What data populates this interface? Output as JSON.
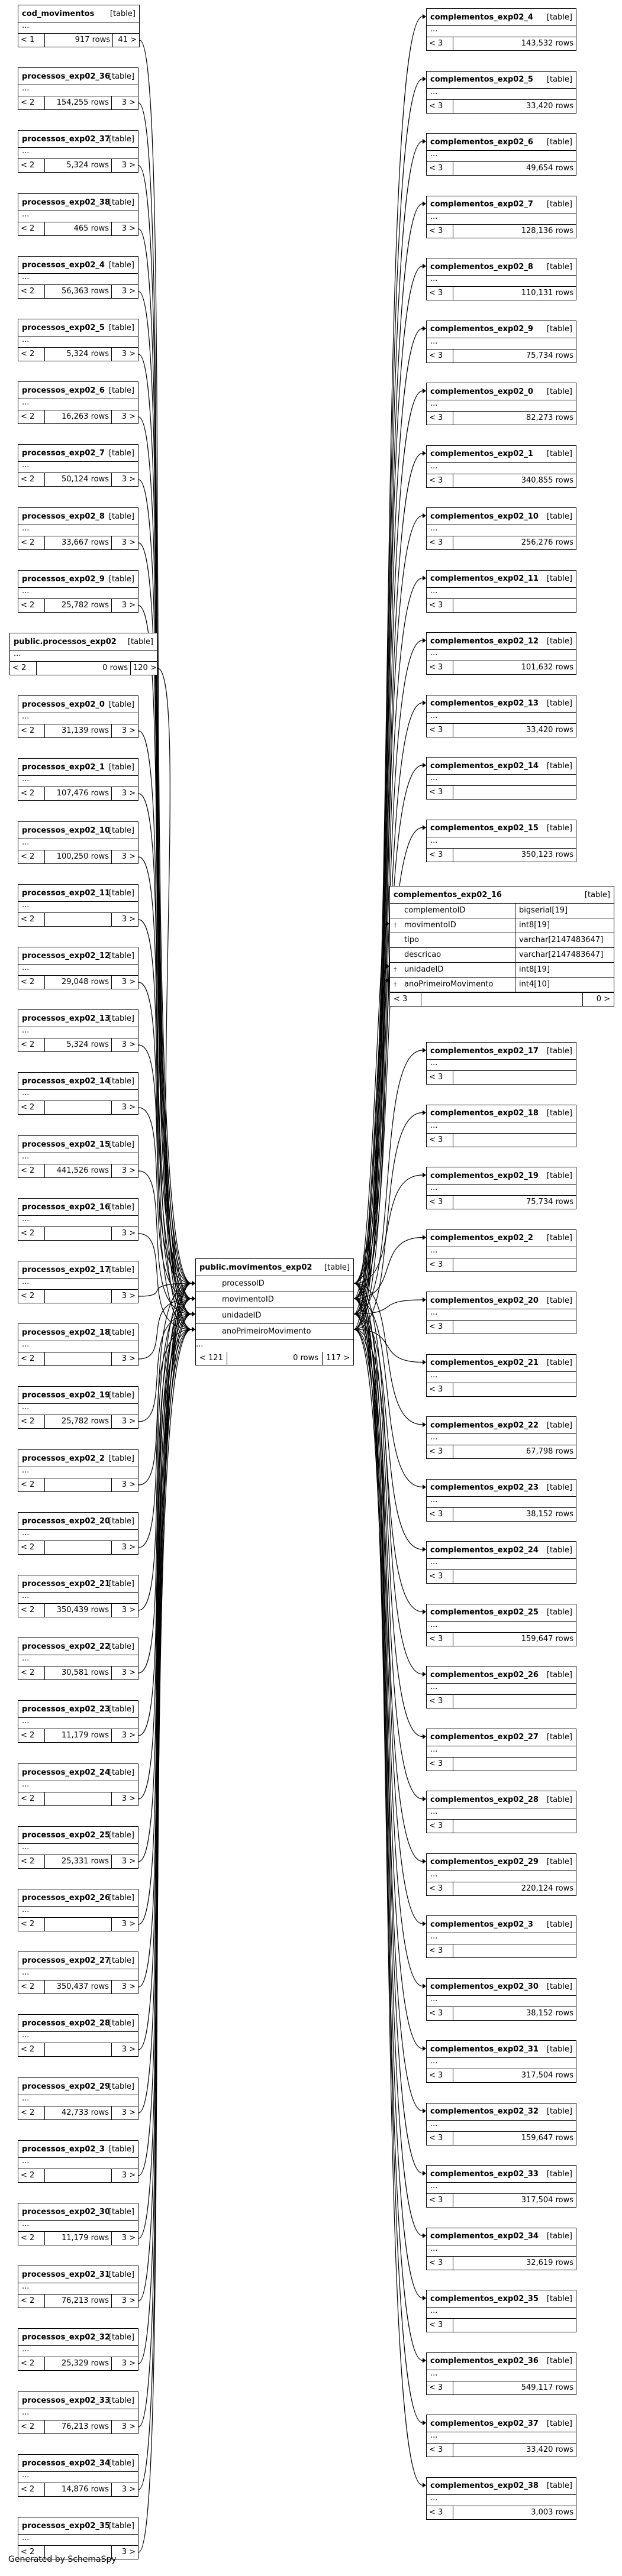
{
  "left_tables": [
    {
      "name": "cod_movimentos",
      "kind": "[table]",
      "l": "< 1",
      "m": "917 rows",
      "r": "41 >"
    },
    {
      "name": "processos_exp02_36",
      "kind": "[table]",
      "l": "< 2",
      "m": "154,255 rows",
      "r": "3 >"
    },
    {
      "name": "processos_exp02_37",
      "kind": "[table]",
      "l": "< 2",
      "m": "5,324 rows",
      "r": "3 >"
    },
    {
      "name": "processos_exp02_38",
      "kind": "[table]",
      "l": "< 2",
      "m": "465 rows",
      "r": "3 >"
    },
    {
      "name": "processos_exp02_4",
      "kind": "[table]",
      "l": "< 2",
      "m": "56,363 rows",
      "r": "3 >"
    },
    {
      "name": "processos_exp02_5",
      "kind": "[table]",
      "l": "< 2",
      "m": "5,324 rows",
      "r": "3 >"
    },
    {
      "name": "processos_exp02_6",
      "kind": "[table]",
      "l": "< 2",
      "m": "16,263 rows",
      "r": "3 >"
    },
    {
      "name": "processos_exp02_7",
      "kind": "[table]",
      "l": "< 2",
      "m": "50,124 rows",
      "r": "3 >"
    },
    {
      "name": "processos_exp02_8",
      "kind": "[table]",
      "l": "< 2",
      "m": "33,667 rows",
      "r": "3 >"
    },
    {
      "name": "processos_exp02_9",
      "kind": "[table]",
      "l": "< 2",
      "m": "25,782 rows",
      "r": "3 >"
    },
    {
      "name": "public.processos_exp02",
      "kind": "[table]",
      "l": "< 2",
      "m": "0 rows",
      "r": "120 >"
    },
    {
      "name": "processos_exp02_0",
      "kind": "[table]",
      "l": "< 2",
      "m": "31,139 rows",
      "r": "3 >"
    },
    {
      "name": "processos_exp02_1",
      "kind": "[table]",
      "l": "< 2",
      "m": "107,476 rows",
      "r": "3 >"
    },
    {
      "name": "processos_exp02_10",
      "kind": "[table]",
      "l": "< 2",
      "m": "100,250 rows",
      "r": "3 >"
    },
    {
      "name": "processos_exp02_11",
      "kind": "[table]",
      "l": "< 2",
      "m": "",
      "r": "3 >"
    },
    {
      "name": "processos_exp02_12",
      "kind": "[table]",
      "l": "< 2",
      "m": "29,048 rows",
      "r": "3 >"
    },
    {
      "name": "processos_exp02_13",
      "kind": "[table]",
      "l": "< 2",
      "m": "5,324 rows",
      "r": "3 >"
    },
    {
      "name": "processos_exp02_14",
      "kind": "[table]",
      "l": "< 2",
      "m": "",
      "r": "3 >"
    },
    {
      "name": "processos_exp02_15",
      "kind": "[table]",
      "l": "< 2",
      "m": "441,526 rows",
      "r": "3 >"
    },
    {
      "name": "processos_exp02_16",
      "kind": "[table]",
      "l": "< 2",
      "m": "",
      "r": "3 >"
    },
    {
      "name": "processos_exp02_17",
      "kind": "[table]",
      "l": "< 2",
      "m": "",
      "r": "3 >"
    },
    {
      "name": "processos_exp02_18",
      "kind": "[table]",
      "l": "< 2",
      "m": "",
      "r": "3 >"
    },
    {
      "name": "processos_exp02_19",
      "kind": "[table]",
      "l": "< 2",
      "m": "25,782 rows",
      "r": "3 >"
    },
    {
      "name": "processos_exp02_2",
      "kind": "[table]",
      "l": "< 2",
      "m": "",
      "r": "3 >"
    },
    {
      "name": "processos_exp02_20",
      "kind": "[table]",
      "l": "< 2",
      "m": "",
      "r": "3 >"
    },
    {
      "name": "processos_exp02_21",
      "kind": "[table]",
      "l": "< 2",
      "m": "350,439 rows",
      "r": "3 >"
    },
    {
      "name": "processos_exp02_22",
      "kind": "[table]",
      "l": "< 2",
      "m": "30,581 rows",
      "r": "3 >"
    },
    {
      "name": "processos_exp02_23",
      "kind": "[table]",
      "l": "< 2",
      "m": "11,179 rows",
      "r": "3 >"
    },
    {
      "name": "processos_exp02_24",
      "kind": "[table]",
      "l": "< 2",
      "m": "",
      "r": "3 >"
    },
    {
      "name": "processos_exp02_25",
      "kind": "[table]",
      "l": "< 2",
      "m": "25,331 rows",
      "r": "3 >"
    },
    {
      "name": "processos_exp02_26",
      "kind": "[table]",
      "l": "< 2",
      "m": "",
      "r": "3 >"
    },
    {
      "name": "processos_exp02_27",
      "kind": "[table]",
      "l": "< 2",
      "m": "350,437 rows",
      "r": "3 >"
    },
    {
      "name": "processos_exp02_28",
      "kind": "[table]",
      "l": "< 2",
      "m": "",
      "r": "3 >"
    },
    {
      "name": "processos_exp02_29",
      "kind": "[table]",
      "l": "< 2",
      "m": "42,733 rows",
      "r": "3 >"
    },
    {
      "name": "processos_exp02_3",
      "kind": "[table]",
      "l": "< 2",
      "m": "",
      "r": "3 >"
    },
    {
      "name": "processos_exp02_30",
      "kind": "[table]",
      "l": "< 2",
      "m": "11,179 rows",
      "r": "3 >"
    },
    {
      "name": "processos_exp02_31",
      "kind": "[table]",
      "l": "< 2",
      "m": "76,213 rows",
      "r": "3 >"
    },
    {
      "name": "processos_exp02_32",
      "kind": "[table]",
      "l": "< 2",
      "m": "25,329 rows",
      "r": "3 >"
    },
    {
      "name": "processos_exp02_33",
      "kind": "[table]",
      "l": "< 2",
      "m": "76,213 rows",
      "r": "3 >"
    },
    {
      "name": "processos_exp02_34",
      "kind": "[table]",
      "l": "< 2",
      "m": "14,876 rows",
      "r": "3 >"
    },
    {
      "name": "processos_exp02_35",
      "kind": "[table]",
      "l": "< 2",
      "m": "",
      "r": "3 >"
    }
  ],
  "right_tables": [
    {
      "name": "complementos_exp02_4",
      "kind": "[table]",
      "l": "< 3",
      "m": "143,532 rows"
    },
    {
      "name": "complementos_exp02_5",
      "kind": "[table]",
      "l": "< 3",
      "m": "33,420 rows"
    },
    {
      "name": "complementos_exp02_6",
      "kind": "[table]",
      "l": "< 3",
      "m": "49,654 rows"
    },
    {
      "name": "complementos_exp02_7",
      "kind": "[table]",
      "l": "< 3",
      "m": "128,136 rows"
    },
    {
      "name": "complementos_exp02_8",
      "kind": "[table]",
      "l": "< 3",
      "m": "110,131 rows"
    },
    {
      "name": "complementos_exp02_9",
      "kind": "[table]",
      "l": "< 3",
      "m": "75,734 rows"
    },
    {
      "name": "complementos_exp02_0",
      "kind": "[table]",
      "l": "< 3",
      "m": "82,273 rows"
    },
    {
      "name": "complementos_exp02_1",
      "kind": "[table]",
      "l": "< 3",
      "m": "340,855 rows"
    },
    {
      "name": "complementos_exp02_10",
      "kind": "[table]",
      "l": "< 3",
      "m": "256,276 rows"
    },
    {
      "name": "complementos_exp02_11",
      "kind": "[table]",
      "l": "< 3",
      "m": ""
    },
    {
      "name": "complementos_exp02_12",
      "kind": "[table]",
      "l": "< 3",
      "m": "101,632 rows"
    },
    {
      "name": "complementos_exp02_13",
      "kind": "[table]",
      "l": "< 3",
      "m": "33,420 rows"
    },
    {
      "name": "complementos_exp02_14",
      "kind": "[table]",
      "l": "< 3",
      "m": ""
    },
    {
      "name": "complementos_exp02_15",
      "kind": "[table]",
      "l": "< 3",
      "m": "350,123 rows"
    },
    {
      "name": "complementos_exp02_17",
      "kind": "[table]",
      "l": "< 3",
      "m": ""
    },
    {
      "name": "complementos_exp02_18",
      "kind": "[table]",
      "l": "< 3",
      "m": ""
    },
    {
      "name": "complementos_exp02_19",
      "kind": "[table]",
      "l": "< 3",
      "m": "75,734 rows"
    },
    {
      "name": "complementos_exp02_2",
      "kind": "[table]",
      "l": "< 3",
      "m": ""
    },
    {
      "name": "complementos_exp02_20",
      "kind": "[table]",
      "l": "< 3",
      "m": ""
    },
    {
      "name": "complementos_exp02_21",
      "kind": "[table]",
      "l": "< 3",
      "m": ""
    },
    {
      "name": "complementos_exp02_22",
      "kind": "[table]",
      "l": "< 3",
      "m": "67,798 rows"
    },
    {
      "name": "complementos_exp02_23",
      "kind": "[table]",
      "l": "< 3",
      "m": "38,152 rows"
    },
    {
      "name": "complementos_exp02_24",
      "kind": "[table]",
      "l": "< 3",
      "m": ""
    },
    {
      "name": "complementos_exp02_25",
      "kind": "[table]",
      "l": "< 3",
      "m": "159,647 rows"
    },
    {
      "name": "complementos_exp02_26",
      "kind": "[table]",
      "l": "< 3",
      "m": ""
    },
    {
      "name": "complementos_exp02_27",
      "kind": "[table]",
      "l": "< 3",
      "m": ""
    },
    {
      "name": "complementos_exp02_28",
      "kind": "[table]",
      "l": "< 3",
      "m": ""
    },
    {
      "name": "complementos_exp02_29",
      "kind": "[table]",
      "l": "< 3",
      "m": "220,124 rows"
    },
    {
      "name": "complementos_exp02_3",
      "kind": "[table]",
      "l": "< 3",
      "m": ""
    },
    {
      "name": "complementos_exp02_30",
      "kind": "[table]",
      "l": "< 3",
      "m": "38,152 rows"
    },
    {
      "name": "complementos_exp02_31",
      "kind": "[table]",
      "l": "< 3",
      "m": "317,504 rows"
    },
    {
      "name": "complementos_exp02_32",
      "kind": "[table]",
      "l": "< 3",
      "m": "159,647 rows"
    },
    {
      "name": "complementos_exp02_33",
      "kind": "[table]",
      "l": "< 3",
      "m": "317,504 rows"
    },
    {
      "name": "complementos_exp02_34",
      "kind": "[table]",
      "l": "< 3",
      "m": "32,619 rows"
    },
    {
      "name": "complementos_exp02_35",
      "kind": "[table]",
      "l": "< 3",
      "m": ""
    },
    {
      "name": "complementos_exp02_36",
      "kind": "[table]",
      "l": "< 3",
      "m": "549,117 rows"
    },
    {
      "name": "complementos_exp02_37",
      "kind": "[table]",
      "l": "< 3",
      "m": "33,420 rows"
    },
    {
      "name": "complementos_exp02_38",
      "kind": "[table]",
      "l": "< 3",
      "m": "3,003 rows"
    }
  ],
  "center_table": {
    "name": "public.movimentos_exp02",
    "kind": "[table]",
    "columns": [
      "processoID",
      "movimentoID",
      "unidadeID",
      "anoPrimeiroMovimento"
    ],
    "l": "< 121",
    "m": "0 rows",
    "r": "117 >"
  },
  "detail_table": {
    "name": "complementos_exp02_16",
    "kind": "[table]",
    "columns": [
      {
        "key": "",
        "name": "complementoID",
        "type": "bigserial[19]"
      },
      {
        "key": "†",
        "name": "movimentoID",
        "type": "int8[19]"
      },
      {
        "key": "",
        "name": "tipo",
        "type": "varchar[2147483647]"
      },
      {
        "key": "",
        "name": "descricao",
        "type": "varchar[2147483647]"
      },
      {
        "key": "†",
        "name": "unidadeID",
        "type": "int8[19]"
      },
      {
        "key": "†",
        "name": "anoPrimeiroMovimento",
        "type": "int4[10]"
      }
    ],
    "l": "< 3",
    "r": "0 >"
  },
  "dots": "...",
  "footer": "Generated by SchemaSpy"
}
